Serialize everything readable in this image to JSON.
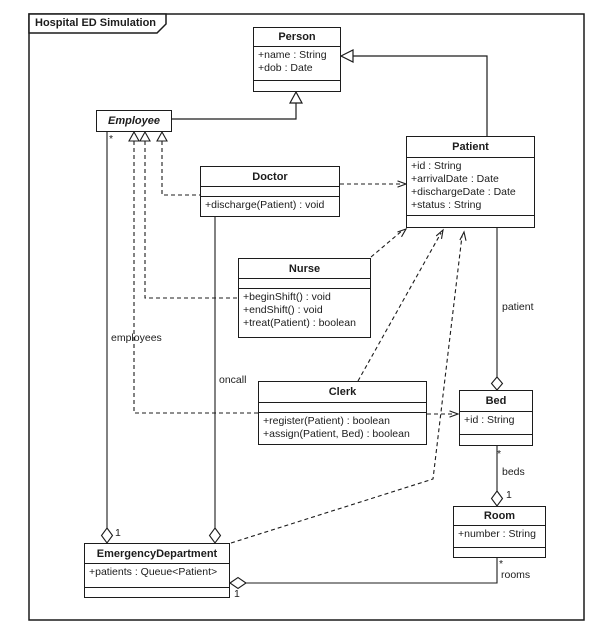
{
  "frame": {
    "title": "Hospital ED Simulation"
  },
  "classes": {
    "person": {
      "name": "Person",
      "attributes": [
        "+name : String",
        "+dob : Date"
      ],
      "operations": []
    },
    "employee": {
      "name": "Employee",
      "abstract": true,
      "attributes": [],
      "operations": []
    },
    "doctor": {
      "name": "Doctor",
      "attributes": [],
      "operations": [
        "+discharge(Patient) : void"
      ]
    },
    "nurse": {
      "name": "Nurse",
      "attributes": [],
      "operations": [
        "+beginShift() : void",
        "+endShift() : void",
        "+treat(Patient) : boolean"
      ]
    },
    "patient": {
      "name": "Patient",
      "attributes": [
        "+id : String",
        "+arrivalDate : Date",
        "+dischargeDate : Date",
        "+status : String"
      ],
      "operations": []
    },
    "clerk": {
      "name": "Clerk",
      "attributes": [],
      "operations": [
        "+register(Patient) : boolean",
        "+assign(Patient, Bed) : boolean"
      ]
    },
    "bed": {
      "name": "Bed",
      "attributes": [
        "+id : String"
      ],
      "operations": []
    },
    "room": {
      "name": "Room",
      "attributes": [
        "+number : String"
      ],
      "operations": []
    },
    "emergency_department": {
      "name": "EmergencyDepartment",
      "attributes": [
        "+patients : Queue<Patient>"
      ],
      "operations": []
    }
  },
  "labels": {
    "employees": "employees",
    "employees_mult_employee": "*",
    "employees_mult_ed": "1",
    "oncall": "oncall",
    "patient": "patient",
    "beds": "beds",
    "beds_mult_bed": "*",
    "beds_mult_room": "1",
    "rooms": "rooms",
    "rooms_mult_room": "*",
    "rooms_mult_ed": "1"
  },
  "relationships": [
    {
      "type": "generalization",
      "from": "Employee",
      "to": "Person"
    },
    {
      "type": "generalization",
      "from": "Patient",
      "to": "Person"
    },
    {
      "type": "realization",
      "from": "Doctor",
      "to": "Employee"
    },
    {
      "type": "realization",
      "from": "Nurse",
      "to": "Employee"
    },
    {
      "type": "realization",
      "from": "Clerk",
      "to": "Employee"
    },
    {
      "type": "dependency",
      "from": "Doctor",
      "to": "Patient"
    },
    {
      "type": "dependency",
      "from": "Nurse",
      "to": "Patient"
    },
    {
      "type": "dependency",
      "from": "Clerk",
      "to": "Patient"
    },
    {
      "type": "dependency",
      "from": "Clerk",
      "to": "Bed"
    },
    {
      "type": "dependency",
      "from": "EmergencyDepartment",
      "to": "Patient"
    },
    {
      "type": "aggregation",
      "aggregate": "EmergencyDepartment",
      "part": "Employee",
      "label": "employees",
      "part_multiplicity": "*",
      "aggregate_multiplicity": "1"
    },
    {
      "type": "aggregation",
      "aggregate": "EmergencyDepartment",
      "part": "Doctor",
      "label": "oncall"
    },
    {
      "type": "aggregation",
      "aggregate": "Bed",
      "part": "Patient",
      "label": "patient"
    },
    {
      "type": "aggregation",
      "aggregate": "Room",
      "part": "Bed",
      "label": "beds",
      "part_multiplicity": "*",
      "aggregate_multiplicity": "1"
    },
    {
      "type": "aggregation",
      "aggregate": "EmergencyDepartment",
      "part": "Room",
      "label": "rooms",
      "part_multiplicity": "*",
      "aggregate_multiplicity": "1"
    }
  ],
  "colors": {
    "line": "#1c1c1c",
    "box_fill": "#ffffff",
    "background": "#ffffff"
  }
}
